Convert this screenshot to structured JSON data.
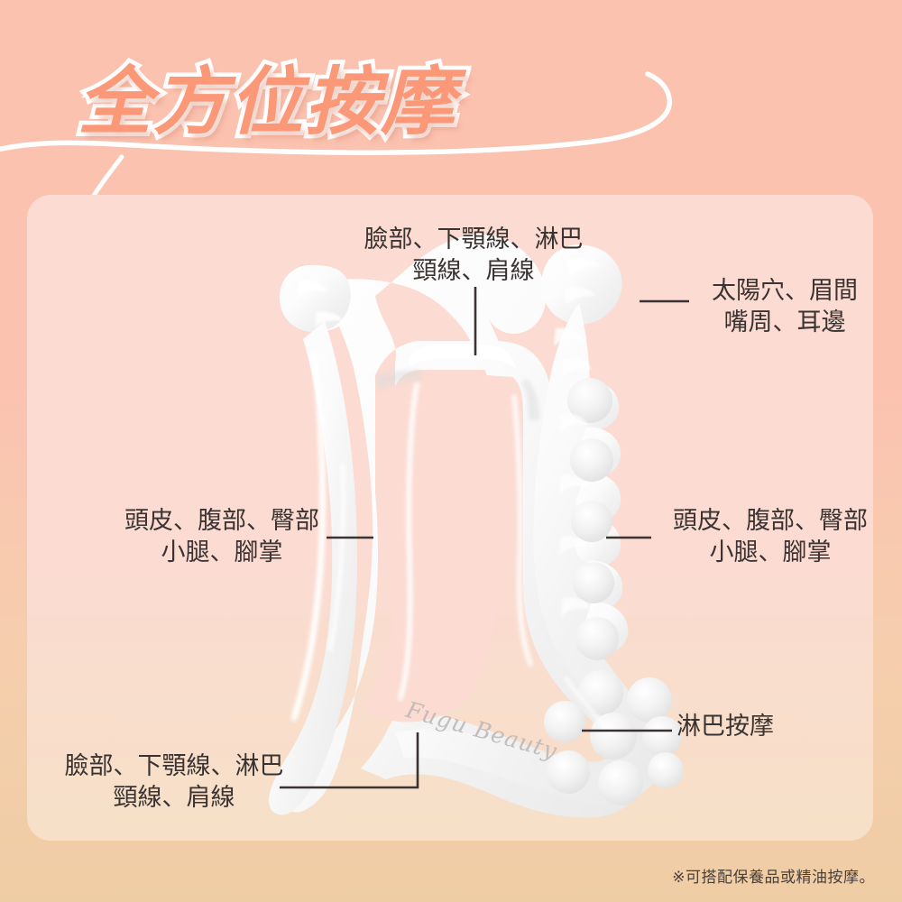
{
  "header": {
    "title": "全方位按摩"
  },
  "product": {
    "brand_mark": "Fugu Beauty",
    "description": "white glossy gua-sha style body massager"
  },
  "callouts": [
    {
      "id": "top",
      "line1": "臉部、下顎線、淋巴",
      "line2": "頸線、肩線",
      "text": "臉部、下顎線、淋巴\n頸線、肩線"
    },
    {
      "id": "top-right",
      "line1": "太陽穴、眉間",
      "line2": "嘴周、耳邊",
      "text": "太陽穴、眉間\n嘴周、耳邊"
    },
    {
      "id": "left",
      "line1": "頭皮、腹部、臀部",
      "line2": "小腿、腳掌",
      "text": "頭皮、腹部、臀部\n小腿、腳掌"
    },
    {
      "id": "right",
      "line1": "頭皮、腹部、臀部",
      "line2": "小腿、腳掌",
      "text": "頭皮、腹部、臀部\n小腿、腳掌"
    },
    {
      "id": "bottom-left",
      "line1": "臉部、下顎線、淋巴",
      "line2": "頸線、肩線",
      "text": "臉部、下顎線、淋巴\n頸線、肩線"
    },
    {
      "id": "bottom-right",
      "line1": "淋巴按摩",
      "line2": "",
      "text": "淋巴按摩"
    }
  ],
  "footer": {
    "note": "※可搭配保養品或精油按摩。"
  },
  "colors": {
    "background_top": "#FBC2B0",
    "background_bottom": "#EFCDA4",
    "card_top": "#FBDBD2",
    "card_bottom": "#F6E0C8",
    "title_fill": "#FA9878",
    "title_stroke": "#FFFFFF",
    "label_text": "#3A3331",
    "leader_line": "#3A3331",
    "product_white": "#FFFFFF"
  }
}
